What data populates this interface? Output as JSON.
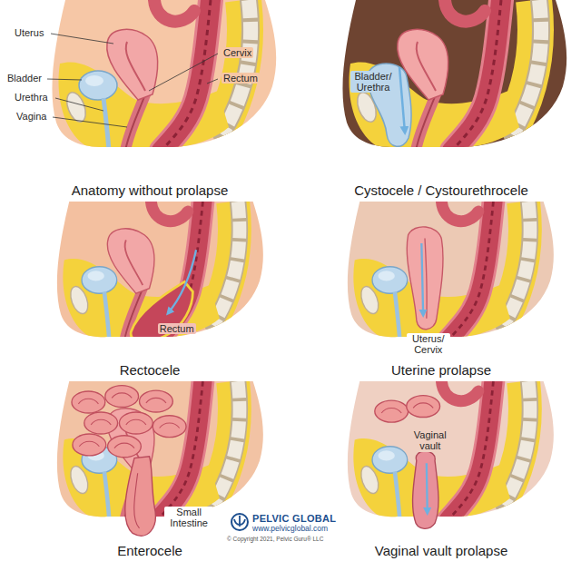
{
  "diagram": {
    "labels": [
      "Uterus",
      "Bladder",
      "Urethra",
      "Vagina",
      "Cervix",
      "Rectum",
      "Anatomy without prolapse",
      "Bladder/ Urethra",
      "Cystocele / Cystourethrocele",
      "Rectum",
      "Rectocele",
      "Uterus/ Cervix",
      "Uterine prolapse",
      "Small Intestine",
      "PELVIC GLOBAL",
      "www.pelvicglobal.com",
      "© Copyright 2021, Pelvic Guru® LLC",
      "Enterocele",
      "Vaginal vault",
      "Vaginal vault prolapse"
    ]
  }
}
